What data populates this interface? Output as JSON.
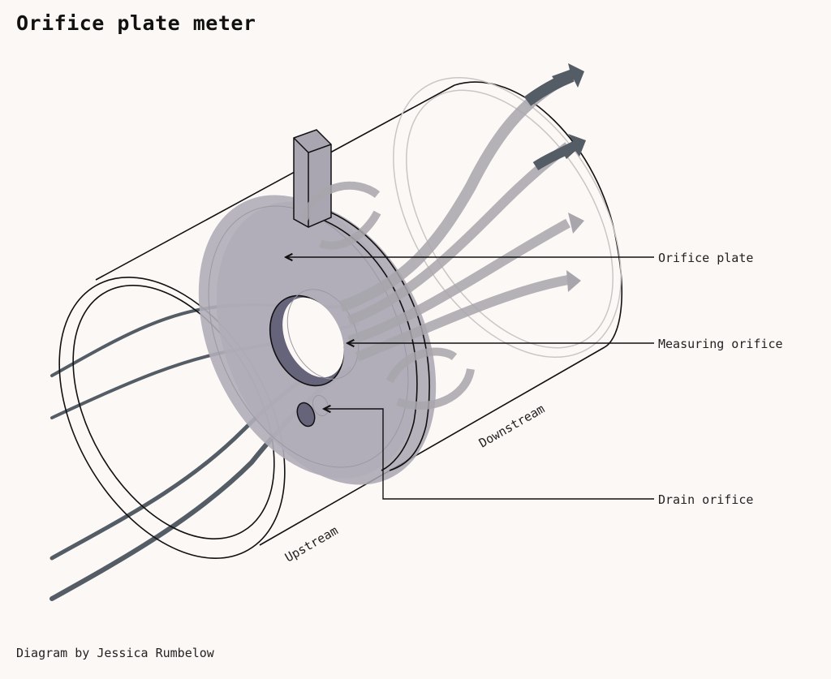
{
  "title": "Orifice plate meter",
  "credit": "Diagram by Jessica Rumbelow",
  "labels": {
    "orifice_plate": "Orifice plate",
    "measuring_orifice": "Measuring orifice",
    "drain_orifice": "Drain orifice",
    "upstream": "Upstream",
    "downstream": "Downstream"
  },
  "colors": {
    "background": "#fcf8f5",
    "plate": "#a9a6b2",
    "flow_dark": "#545c65",
    "flow_light": "#a8a6ac",
    "outline": "#111111"
  }
}
